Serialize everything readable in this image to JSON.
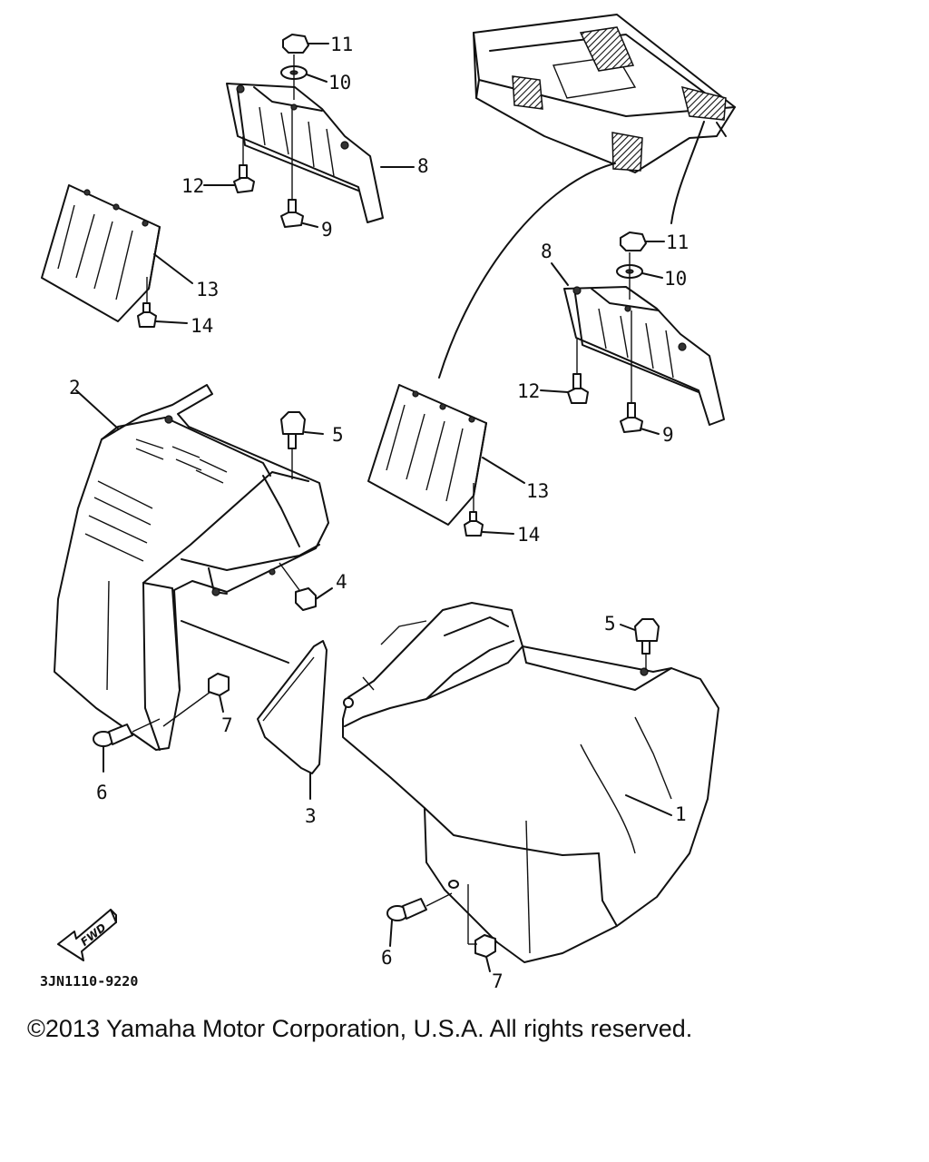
{
  "callouts": {
    "c1": "1",
    "c2": "2",
    "c3": "3",
    "c4": "4",
    "c5a": "5",
    "c5b": "5",
    "c6a": "6",
    "c6b": "6",
    "c7a": "7",
    "c7b": "7",
    "c8a": "8",
    "c8b": "8",
    "c9a": "9",
    "c9b": "9",
    "c10a": "10",
    "c10b": "10",
    "c11a": "11",
    "c11b": "11",
    "c12a": "12",
    "c12b": "12",
    "c13a": "13",
    "c13b": "13",
    "c14a": "14",
    "c14b": "14"
  },
  "fwd_label": "FWD",
  "diagram_code": "3JN1110-9220",
  "copyright": "©2013 Yamaha Motor Corporation, U.S.A. All rights reserved."
}
